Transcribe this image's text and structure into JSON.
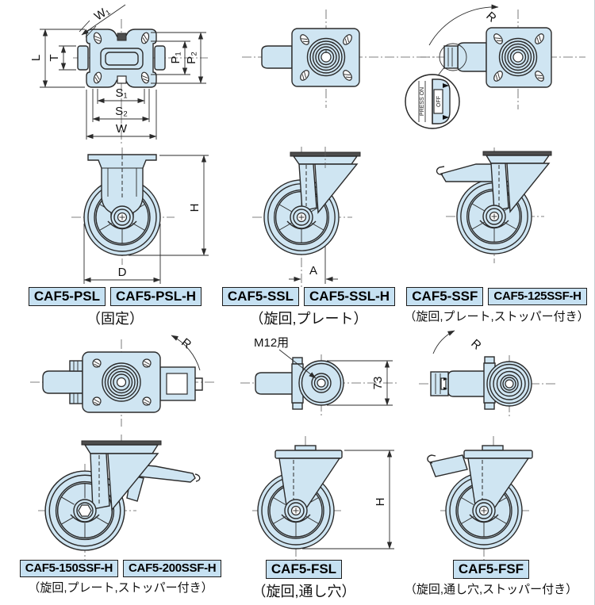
{
  "colors": {
    "background": "#ffffff",
    "part_fill": "#cfe5f2",
    "line": "#2b2b2b",
    "plate_bar": "#4d4d4d",
    "label_box_fill": "#c6e1f2"
  },
  "dims": {
    "w1": "W₁",
    "l": "L",
    "t": "T",
    "p1": "P₁",
    "p2": "P₂",
    "s1": "S₁",
    "s2": "S₂",
    "w": "W",
    "h": "H",
    "d": "D",
    "a": "A",
    "r": "R",
    "m12": "M12用",
    "wheel_width": "73"
  },
  "stopper_detail": {
    "press_on": "PRESS ON",
    "off": "OFF"
  },
  "models": [
    {
      "codes": [
        "CAF5-PSL",
        "CAF5-PSL-H"
      ],
      "caption": "（固定）"
    },
    {
      "codes": [
        "CAF5-SSL",
        "CAF5-SSL-H"
      ],
      "caption": "（旋回,プレート）"
    },
    {
      "codes": [
        "CAF5-SSF",
        "CAF5-125SSF-H"
      ],
      "caption": "（旋回,プレート,ストッパー付き）"
    },
    {
      "codes": [
        "CAF5-150SSF-H",
        "CAF5-200SSF-H"
      ],
      "caption": "（旋回,プレート,ストッパー付き）"
    },
    {
      "codes": [
        "CAF5-FSL"
      ],
      "caption": "（旋回,通し穴）"
    },
    {
      "codes": [
        "CAF5-FSF"
      ],
      "caption": "（旋回,通し穴,ストッパー付き）"
    }
  ]
}
